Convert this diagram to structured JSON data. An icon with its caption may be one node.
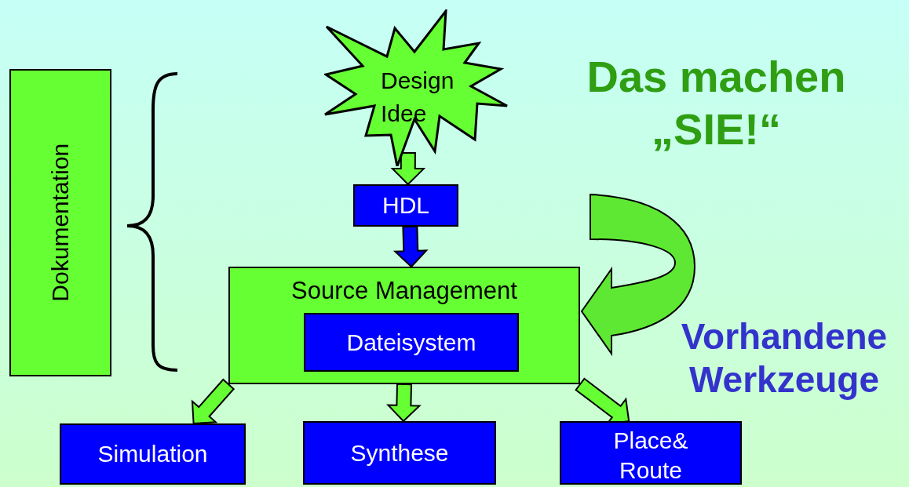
{
  "diagram": {
    "nodes": [
      {
        "text": [
          "Dokumentation"
        ]
      },
      {
        "text": [
          "Design Idee"
        ]
      },
      {
        "text": [
          "HDL"
        ]
      },
      {
        "text": [
          "Source Management"
        ]
      },
      {
        "text": [
          "Dateisystem"
        ],
        "in": 3
      },
      {
        "text": [
          "Simulation"
        ]
      },
      {
        "text": [
          "Synthese"
        ]
      },
      {
        "text": [
          "Place& Route"
        ]
      }
    ],
    "edges": [
      {
        "from": 1,
        "to": 2,
        "arrow": "to"
      },
      {
        "from": 2,
        "to": 3,
        "arrow": "to",
        "color": "#0000ff"
      },
      {
        "from": 3,
        "to": 5,
        "arrow": "to"
      },
      {
        "from": 3,
        "to": 6,
        "arrow": "to"
      },
      {
        "from": 3,
        "to": 7,
        "arrow": "to"
      },
      {
        "from": null,
        "to": 3,
        "arrow": "to"
      }
    ],
    "labels": [
      "Das machen „SIE!“",
      "Vorhandene Werkzeuge"
    ]
  }
}
